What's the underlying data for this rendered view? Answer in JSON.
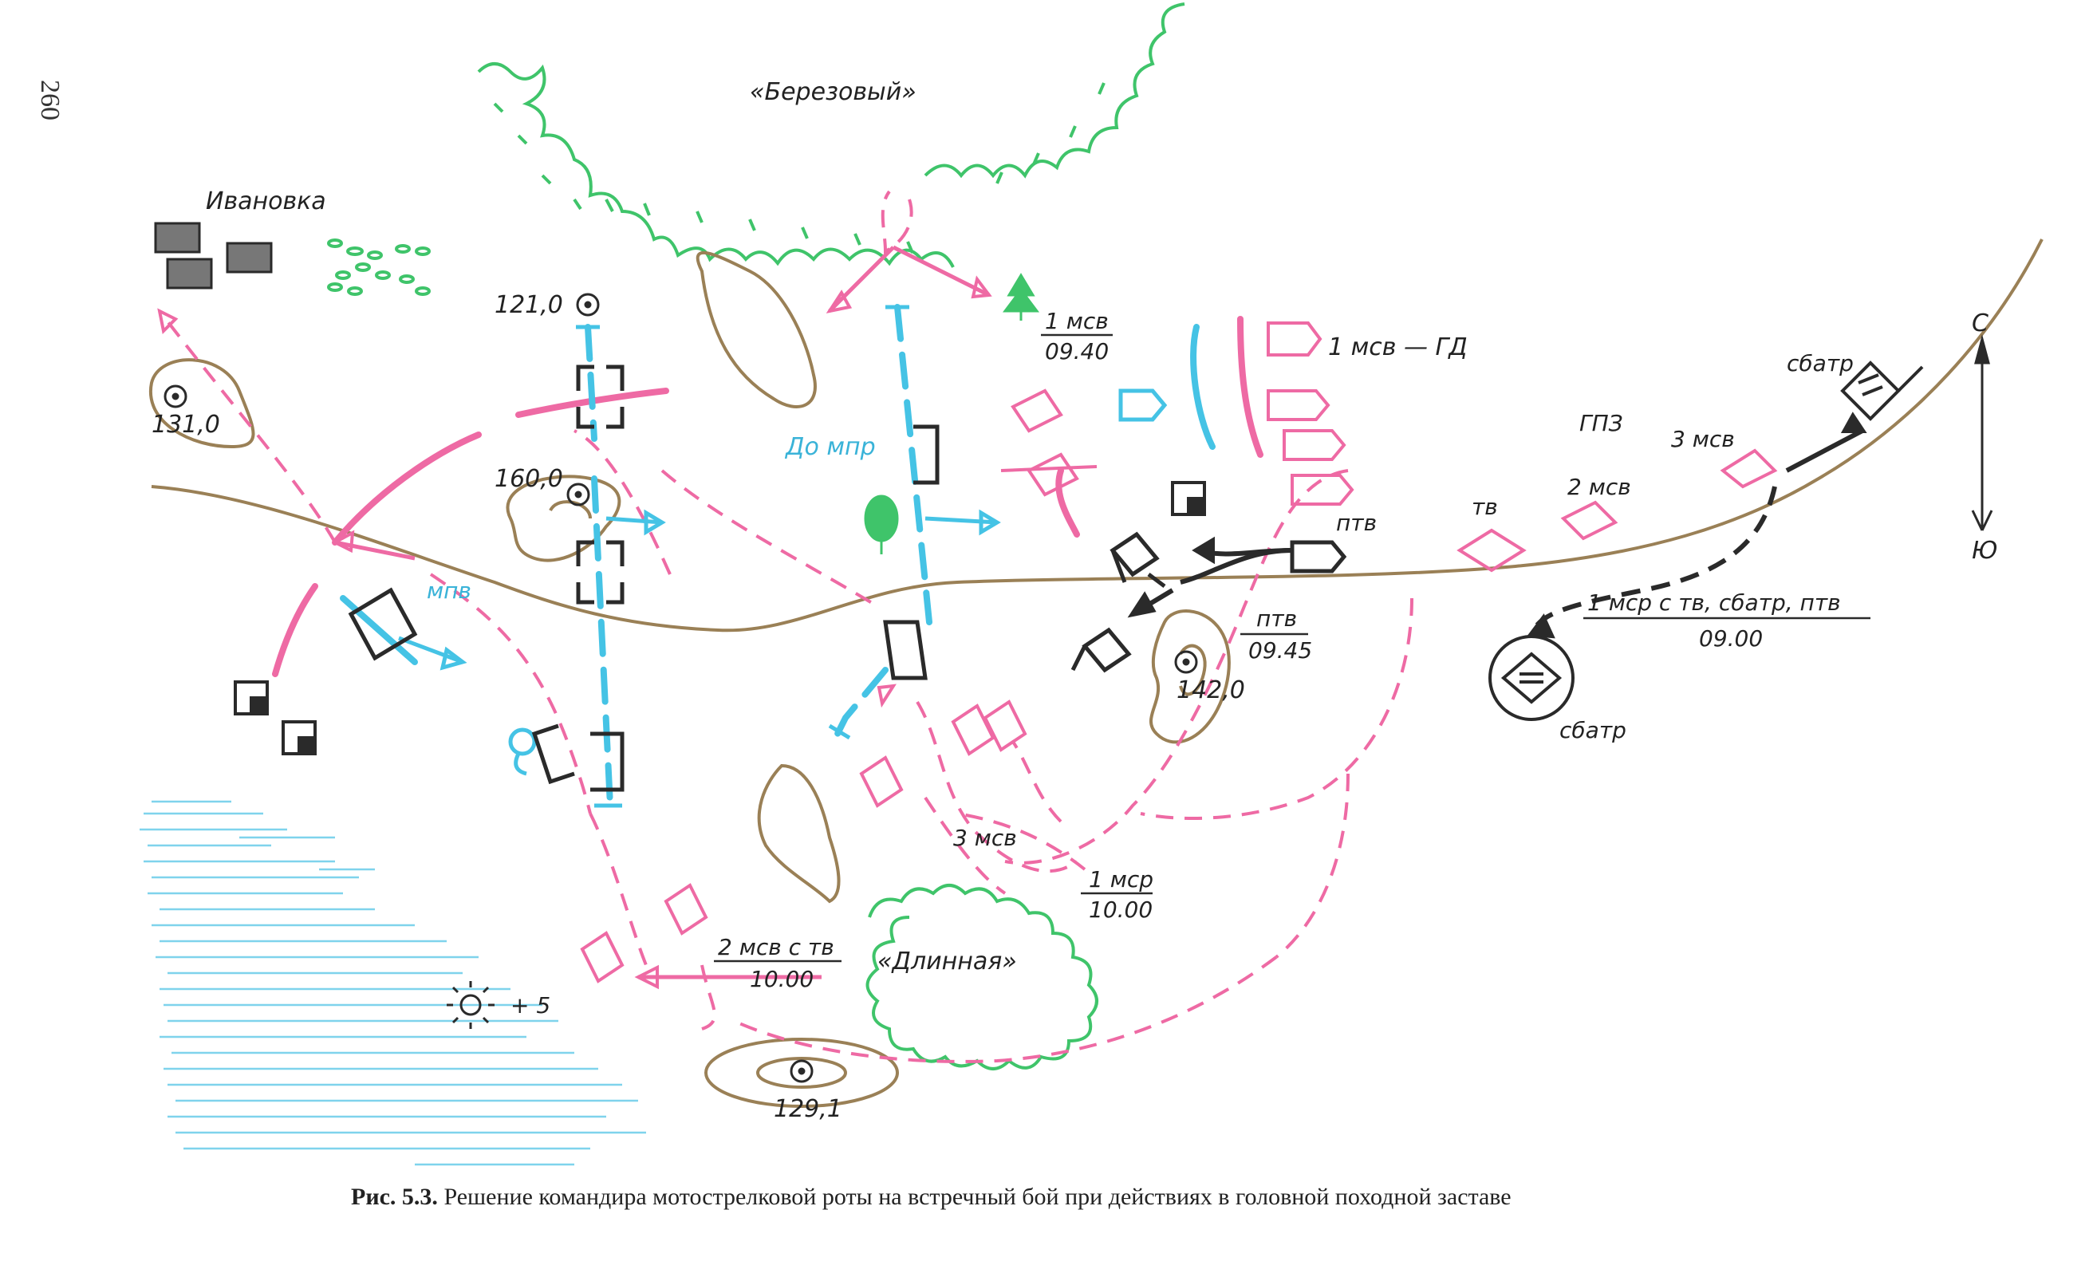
{
  "page_number": "260",
  "caption": {
    "bold": "Рис. 5.3.",
    "text": " Решение командира мотострелковой роты на встречный бой при действиях в головной походной заставе"
  },
  "places": {
    "ivanovka": "Ивановка",
    "berezovy": "«Березовый»",
    "dlinnaya": "«Длинная»"
  },
  "heights": {
    "h121": "121,0",
    "h131": "131,0",
    "h160": "160,0",
    "h142": "142,0",
    "h129": "129,1"
  },
  "units": {
    "msv1_num": "1 мсв",
    "msv1_time": "09.40",
    "msv1_gd": "1 мсв — ГД",
    "do_mpr": "До мпр",
    "mpv": "мпв",
    "ptv_num": "птв",
    "ptv_time": "09.45",
    "ptv_col": "птв",
    "tv": "тв",
    "msv2": "2 мсв",
    "msv3_col": "3 мсв",
    "gpz": "ГПЗ",
    "sbatr_top": "сбатр",
    "sbatr_bottom": "сбатр",
    "msr1_full": "1 мср с тв, сбатр, птв",
    "msr1_full_time": "09.00",
    "msv3": "3 мсв",
    "msr1": "1 мср",
    "msr1_time": "10.00",
    "msv2_tv": "2 мсв с тв",
    "msv2_tv_time": "10.00",
    "sun": "+ 5"
  },
  "compass": {
    "north": "С",
    "south": "Ю"
  },
  "colors": {
    "enemy": "#ee6aa4",
    "own": "#45c3e5",
    "terrain_brown": "#9a8056",
    "forest": "#3fc46a",
    "water": "#7fd3ec"
  }
}
